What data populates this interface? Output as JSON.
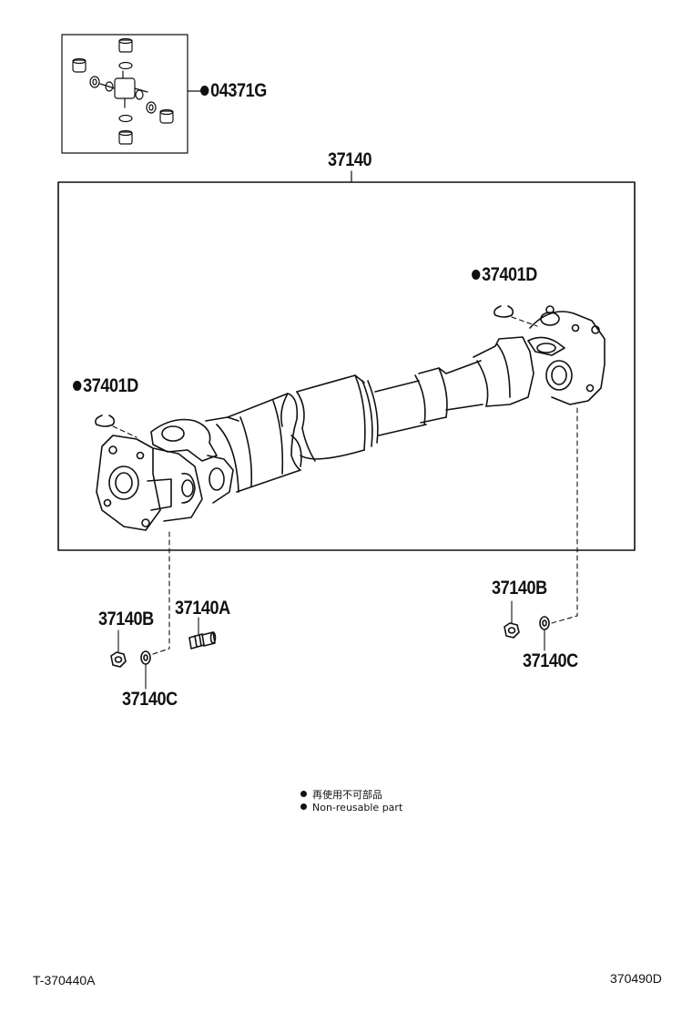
{
  "marker_color": "#111111",
  "non_reusable_symbol": "●",
  "callouts": {
    "universal_joint_kit": "04371G",
    "propeller_shaft_assy": "37140",
    "snap_ring_front": "37401D",
    "snap_ring_rear": "37401D",
    "bolt": "37140A",
    "nut_front": "37140B",
    "nut_rear": "37140B",
    "washer_front": "37140C",
    "washer_rear": "37140C"
  },
  "legend": {
    "line_ja": "再使用不可部品",
    "line_en": "Non-reusable part"
  },
  "codes": {
    "left": "T-370440A",
    "right": "370490D"
  }
}
